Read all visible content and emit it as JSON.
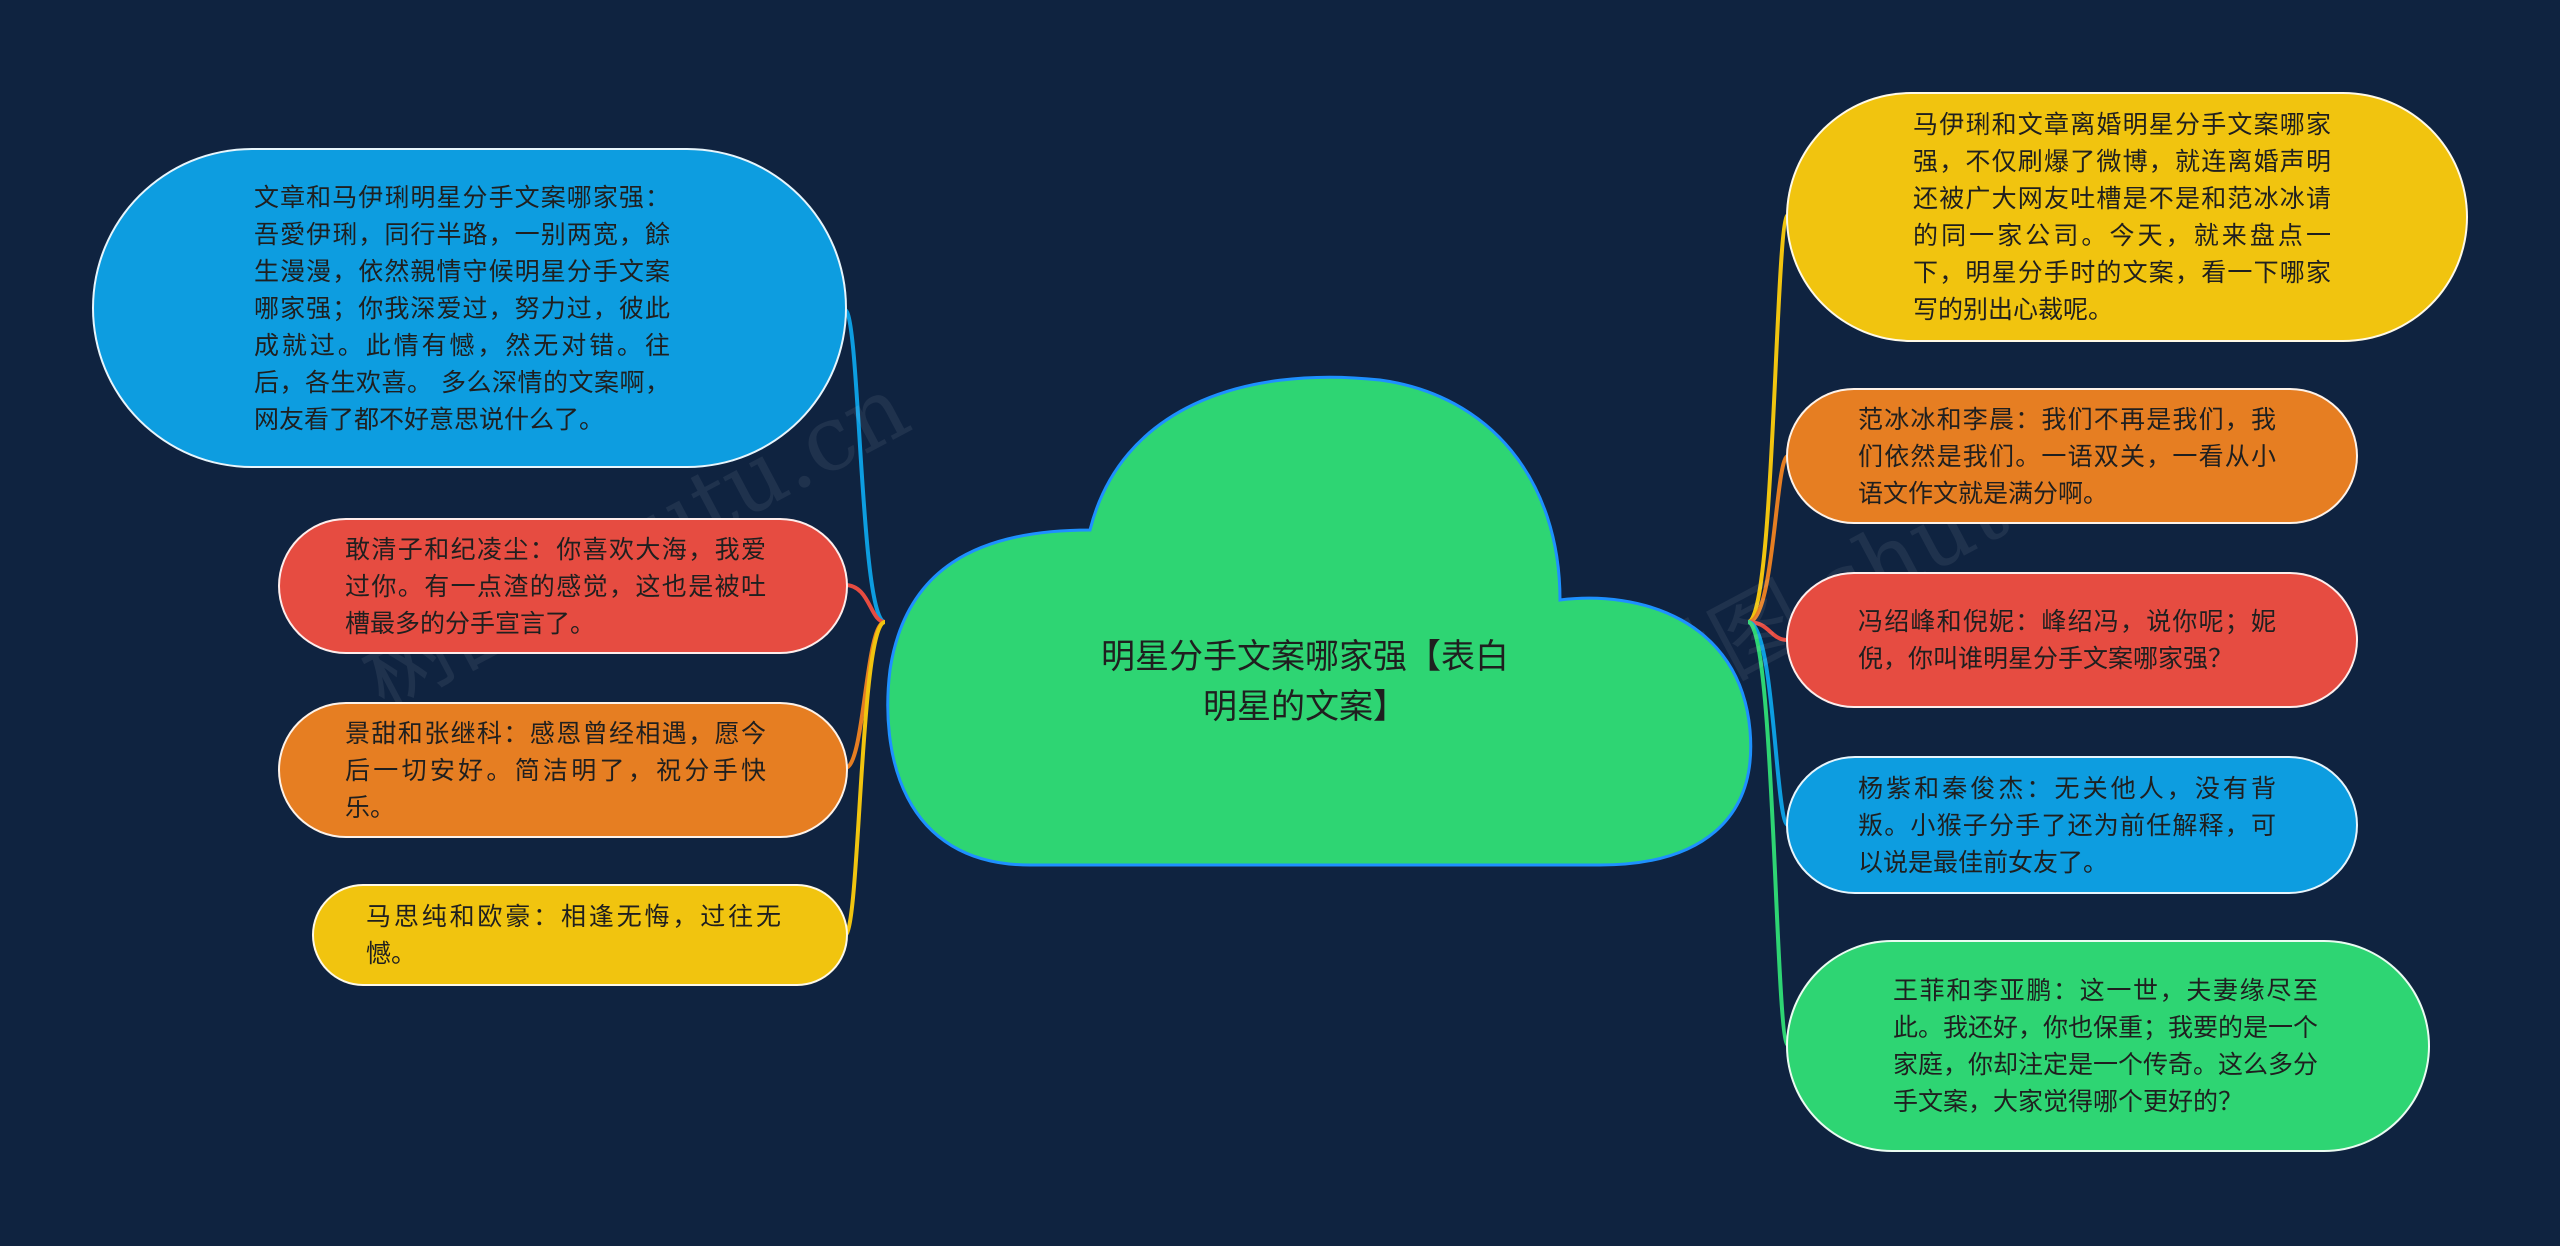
{
  "root": {
    "title": "明星分手文案哪家强【表白明星的文案】"
  },
  "left_nodes": [
    {
      "id": "l1",
      "color": "blue",
      "text": "文章和马伊琍明星分手文案哪家强：吾愛伊琍，同行半路，一别两宽，餘生漫漫，依然親情守候明星分手文案哪家强；你我深爱过，努力过，彼此成就过。此情有憾，然无对错。往后，各生欢喜。 多么深情的文案啊，网友看了都不好意思说什么了。"
    },
    {
      "id": "l2",
      "color": "red",
      "text": "敢清子和纪凌尘：你喜欢大海，我爱过你。有一点渣的感觉，这也是被吐槽最多的分手宣言了。"
    },
    {
      "id": "l3",
      "color": "orange",
      "text": "景甜和张继科：感恩曾经相遇，愿今后一切安好。简洁明了，祝分手快乐。"
    },
    {
      "id": "l4",
      "color": "yellow",
      "text": "马思纯和欧豪：相逢无悔，过往无憾。"
    }
  ],
  "right_nodes": [
    {
      "id": "r1",
      "color": "yellow",
      "text": "马伊琍和文章离婚明星分手文案哪家强，不仅刷爆了微博，就连离婚声明还被广大网友吐槽是不是和范冰冰请的同一家公司。今天，就来盘点一下，明星分手时的文案，看一下哪家写的别出心裁呢。"
    },
    {
      "id": "r2",
      "color": "orange",
      "text": "范冰冰和李晨：我们不再是我们，我们依然是我们。一语双关，一看从小语文作文就是满分啊。"
    },
    {
      "id": "r3",
      "color": "red",
      "text": "冯绍峰和倪妮：峰绍冯，说你呢；妮倪，你叫谁明星分手文案哪家强？"
    },
    {
      "id": "r4",
      "color": "blue",
      "text": "杨紫和秦俊杰：无关他人，没有背叛。小猴子分手了还为前任解释，可以说是最佳前女友了。"
    },
    {
      "id": "r5",
      "color": "green",
      "text": "王菲和李亚鹏：这一世，夫妻缘尽至此。我还好，你也保重；我要的是一个家庭，你却注定是一个传奇。这么多分手文案，大家觉得哪个更好的？"
    }
  ],
  "watermark": "树图 shutu.cn",
  "colors": {
    "background": "#0f2340",
    "blue": "#0d9de0",
    "red": "#e64c41",
    "orange": "#e67e22",
    "yellow": "#f1c40f",
    "green": "#2ed573"
  }
}
